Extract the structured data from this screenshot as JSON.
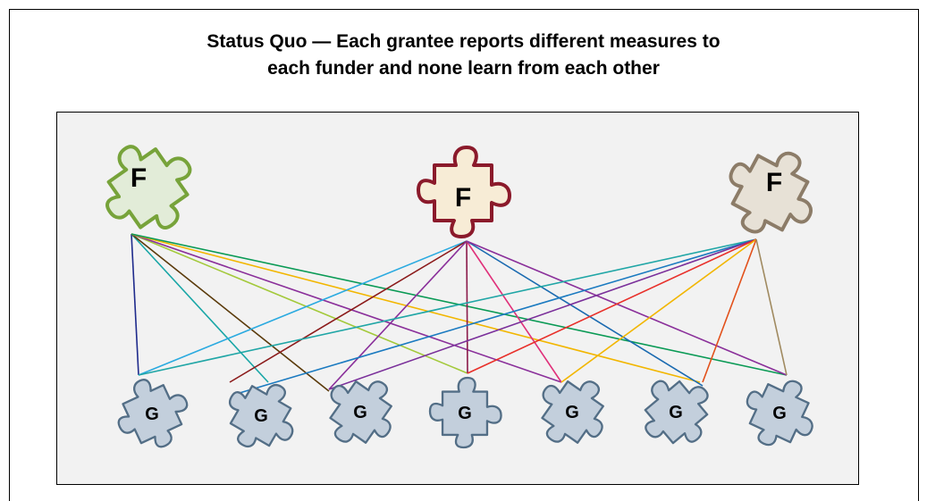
{
  "title": {
    "line1": "Status Quo — Each grantee reports different measures to",
    "line2": "each funder and none learn from each other"
  },
  "funders": [
    {
      "label": "F",
      "fill": "#e2ecd8",
      "stroke": "#77a33a"
    },
    {
      "label": "F",
      "fill": "#f7ecd6",
      "stroke": "#8b1a2b"
    },
    {
      "label": "F",
      "fill": "#e7e1d6",
      "stroke": "#8c7c68"
    }
  ],
  "grantees": [
    {
      "label": "G"
    },
    {
      "label": "G"
    },
    {
      "label": "G"
    },
    {
      "label": "G"
    },
    {
      "label": "G"
    },
    {
      "label": "G"
    },
    {
      "label": "G"
    }
  ],
  "grantee_style": {
    "fill": "#c3cfdc",
    "stroke": "#536e86"
  },
  "connections": [
    {
      "funder": 0,
      "grantee": 0,
      "color": "#1f2b8c"
    },
    {
      "funder": 0,
      "grantee": 1,
      "color": "#18a6a6"
    },
    {
      "funder": 0,
      "grantee": 2,
      "color": "#5a3a0a"
    },
    {
      "funder": 0,
      "grantee": 3,
      "color": "#a3c93a"
    },
    {
      "funder": 0,
      "grantee": 4,
      "color": "#8a2f9a"
    },
    {
      "funder": 0,
      "grantee": 5,
      "color": "#f2b600"
    },
    {
      "funder": 0,
      "grantee": 6,
      "color": "#0a9a55"
    },
    {
      "funder": 1,
      "grantee": 0,
      "color": "#2aaae0"
    },
    {
      "funder": 1,
      "grantee": 1,
      "color": "#8b1a1a"
    },
    {
      "funder": 1,
      "grantee": 2,
      "color": "#8a2f9a"
    },
    {
      "funder": 1,
      "grantee": 3,
      "color": "#8b1a4a"
    },
    {
      "funder": 1,
      "grantee": 4,
      "color": "#e0307a"
    },
    {
      "funder": 1,
      "grantee": 5,
      "color": "#1a6ab0"
    },
    {
      "funder": 1,
      "grantee": 6,
      "color": "#8a2f9a"
    },
    {
      "funder": 2,
      "grantee": 0,
      "color": "#20a6a6"
    },
    {
      "funder": 2,
      "grantee": 1,
      "color": "#1a7ac0"
    },
    {
      "funder": 2,
      "grantee": 2,
      "color": "#7a2f9a"
    },
    {
      "funder": 2,
      "grantee": 3,
      "color": "#e8302a"
    },
    {
      "funder": 2,
      "grantee": 4,
      "color": "#f2b600"
    },
    {
      "funder": 2,
      "grantee": 5,
      "color": "#e2501a"
    },
    {
      "funder": 2,
      "grantee": 6,
      "color": "#a08a60"
    }
  ]
}
